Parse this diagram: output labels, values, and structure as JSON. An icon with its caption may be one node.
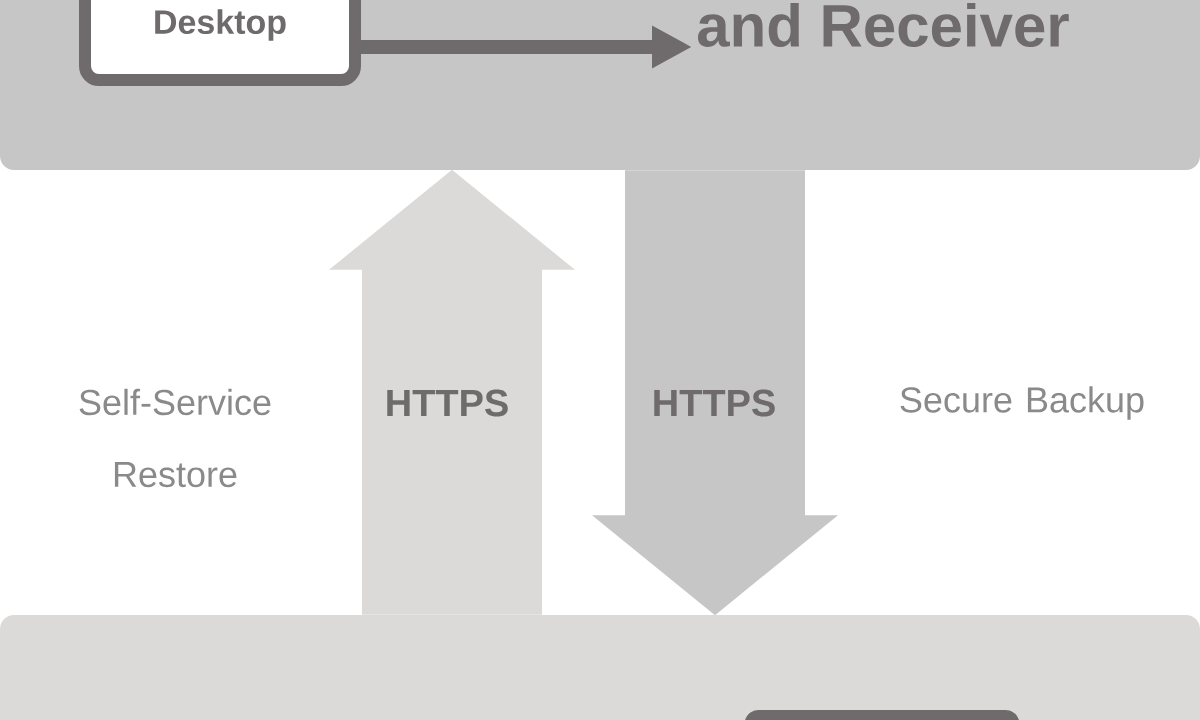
{
  "diagram": {
    "nodes": [
      {
        "text": [],
        "shape": "box"
      },
      {
        "text": [
          "Desktop"
        ],
        "in": 0
      },
      {
        "text": [
          "and Receiver"
        ],
        "in": 0
      },
      {
        "text": [],
        "shape": "box"
      },
      {
        "text": [],
        "shape": "box",
        "in": 3
      }
    ],
    "edges": [
      {
        "from": 1,
        "to": 2,
        "arrow": "to"
      },
      {
        "from": 3,
        "to": 0,
        "arrow": "to",
        "label": "HTTPS",
        "color": "#dcd9d9"
      },
      {
        "from": 0,
        "to": 3,
        "arrow": "to",
        "label": "HTTPS",
        "color": "#c6c6c6"
      }
    ],
    "labels": [
      "Self-Service Restore",
      "Secure Backup"
    ]
  }
}
